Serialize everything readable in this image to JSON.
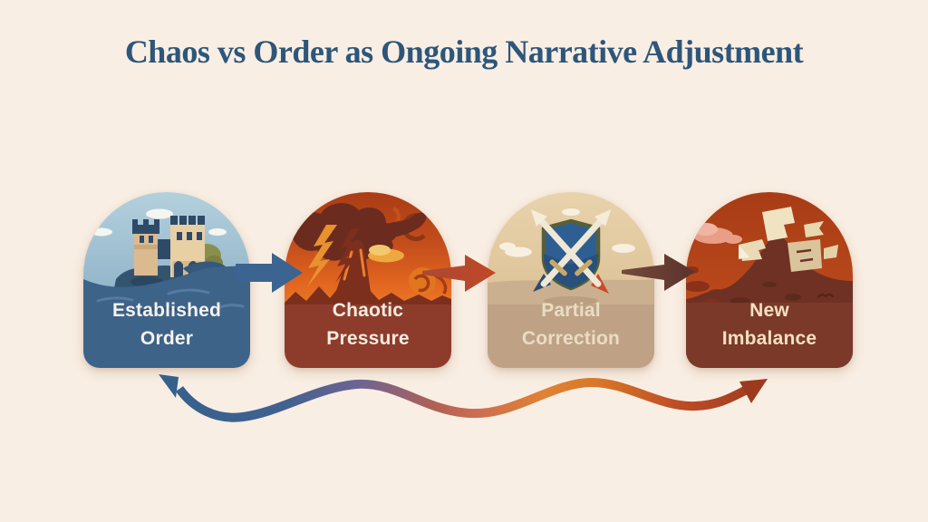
{
  "title": {
    "text": "Chaos vs Order as Ongoing Narrative Adjustment",
    "color": "#2d567a"
  },
  "canvas": {
    "background": "#f9eee3"
  },
  "stages": [
    {
      "name": "established-order",
      "line1": "Established",
      "line2": "Order",
      "label_bg": "#3e6389",
      "label_color": "#f4f3ee",
      "icon": "castle-island-icon"
    },
    {
      "name": "chaotic-pressure",
      "line1": "Chaotic",
      "line2": "Pressure",
      "label_bg": "#8d3c2b",
      "label_color": "#f4ece1",
      "icon": "storm-lightning-volcano-icon"
    },
    {
      "name": "partial-correction",
      "line1": "Partial",
      "line2": "Correction",
      "label_bg": "#bfa286",
      "label_color": "#e9dcc4",
      "icon": "shield-crossed-swords-icon"
    },
    {
      "name": "new-imbalance",
      "line1": "New",
      "line2": "Imbalance",
      "label_bg": "#7b392a",
      "label_color": "#f2e0c2",
      "icon": "scattered-papers-icon"
    }
  ],
  "connectors": [
    {
      "name": "arrow-established-to-chaotic",
      "color": "#3b6590"
    },
    {
      "name": "arrow-chaotic-to-partial",
      "color": "#bf4a2c"
    },
    {
      "name": "arrow-partial-to-new",
      "color": "#664036"
    }
  ],
  "feedback_arrow": {
    "name": "cycle-feedback-arrow",
    "style": "double-headed wavy",
    "gradient": [
      "#35618c",
      "#6f6494",
      "#cd6d51",
      "#e08233",
      "#9c3a20"
    ]
  }
}
